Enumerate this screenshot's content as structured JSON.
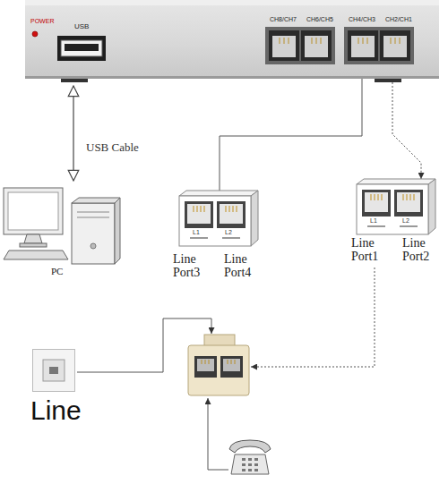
{
  "diagram": {
    "nodes": [
      {
        "text": [
          "POWER",
          "USB",
          "CH8/CH7 CH6/CH5",
          "CH4/CH3 CH2/CH1"
        ]
      },
      {
        "text": [
          "PC"
        ]
      },
      {
        "text": [
          "L1",
          "L2",
          "Line Port3",
          "Line Port4"
        ]
      },
      {
        "text": [
          "L1",
          "L2",
          "Line Port1",
          "Line Port2"
        ]
      },
      {
        "text": [
          "Line"
        ]
      }
    ],
    "edges": [
      {
        "from": 1,
        "to": 0,
        "arrow": "both",
        "label": "USB Cable"
      },
      {
        "from": 0,
        "to": 2,
        "arrow": "none"
      },
      {
        "from": 0,
        "to": 3,
        "arrow": "to"
      }
    ]
  }
}
